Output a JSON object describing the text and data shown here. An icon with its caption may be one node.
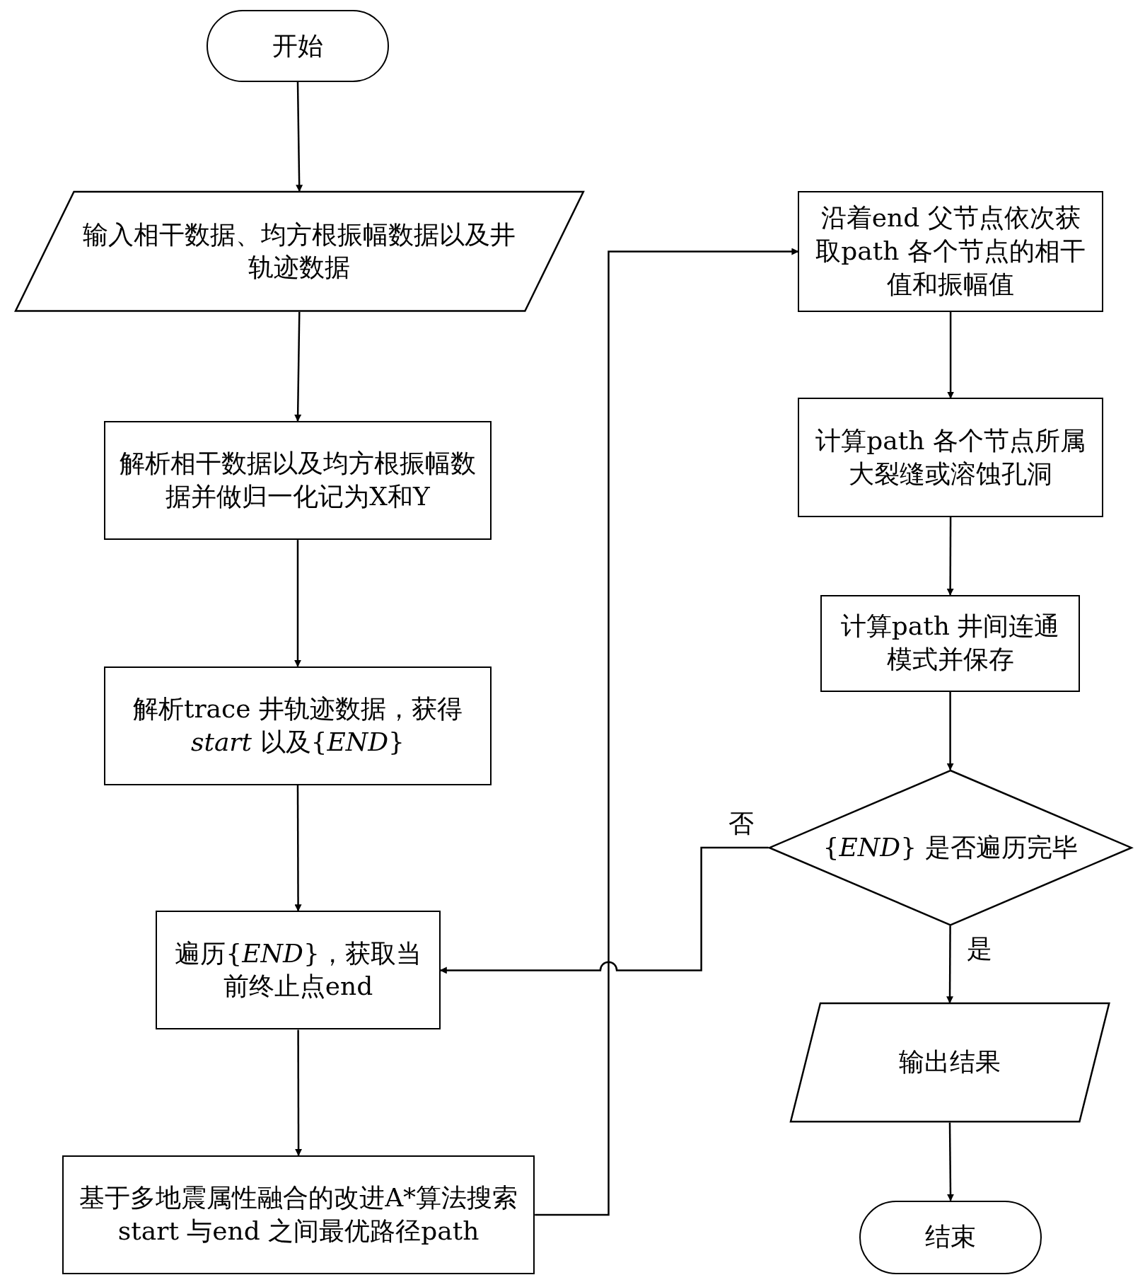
{
  "diagram": {
    "nodes": [
      {
        "text": [
          "开始"
        ]
      },
      {
        "text": [
          "输入相干数据、均方根振幅数据以及井轨迹数据"
        ]
      },
      {
        "text": [
          "解析相干数据以及均方根振幅数据并做归一化记为X和Y"
        ]
      },
      {
        "text": [
          "解析trace 井轨迹数据，获得 *start* 以及{*END*}"
        ]
      },
      {
        "text": [
          "遍历{*END*}，获取当前终止点end"
        ]
      },
      {
        "text": [
          "基于多地震属性融合的改进A*算法搜索start 与end 之间最优路径path"
        ]
      },
      {
        "text": [
          "沿着end 父节点依次获取path 各个节点的相干值和振幅值"
        ]
      },
      {
        "text": [
          "计算path 各个节点所属大裂缝或溶蚀孔洞"
        ]
      },
      {
        "text": [
          "计算path 井间连通模式并保存"
        ]
      },
      {
        "text": [
          "{*END*} 是否遍历完毕"
        ]
      },
      {
        "text": [
          "输出结果"
        ]
      },
      {
        "text": [
          "结束"
        ]
      }
    ],
    "edges": [
      {
        "from": 0,
        "to": 1,
        "arrow": "to"
      },
      {
        "from": 1,
        "to": 2,
        "arrow": "to"
      },
      {
        "from": 2,
        "to": 3,
        "arrow": "to"
      },
      {
        "from": 3,
        "to": 4,
        "arrow": "to"
      },
      {
        "from": 4,
        "to": 5,
        "arrow": "to"
      },
      {
        "from": 5,
        "to": 6,
        "arrow": "to"
      },
      {
        "from": 6,
        "to": 7,
        "arrow": "to"
      },
      {
        "from": 7,
        "to": 8,
        "arrow": "to"
      },
      {
        "from": 8,
        "to": 9,
        "arrow": "to"
      },
      {
        "from": 9,
        "to": 4,
        "arrow": "to",
        "label": "否"
      },
      {
        "from": 9,
        "to": 10,
        "arrow": "to",
        "label": "是"
      },
      {
        "from": 10,
        "to": 11,
        "arrow": "to"
      }
    ]
  }
}
